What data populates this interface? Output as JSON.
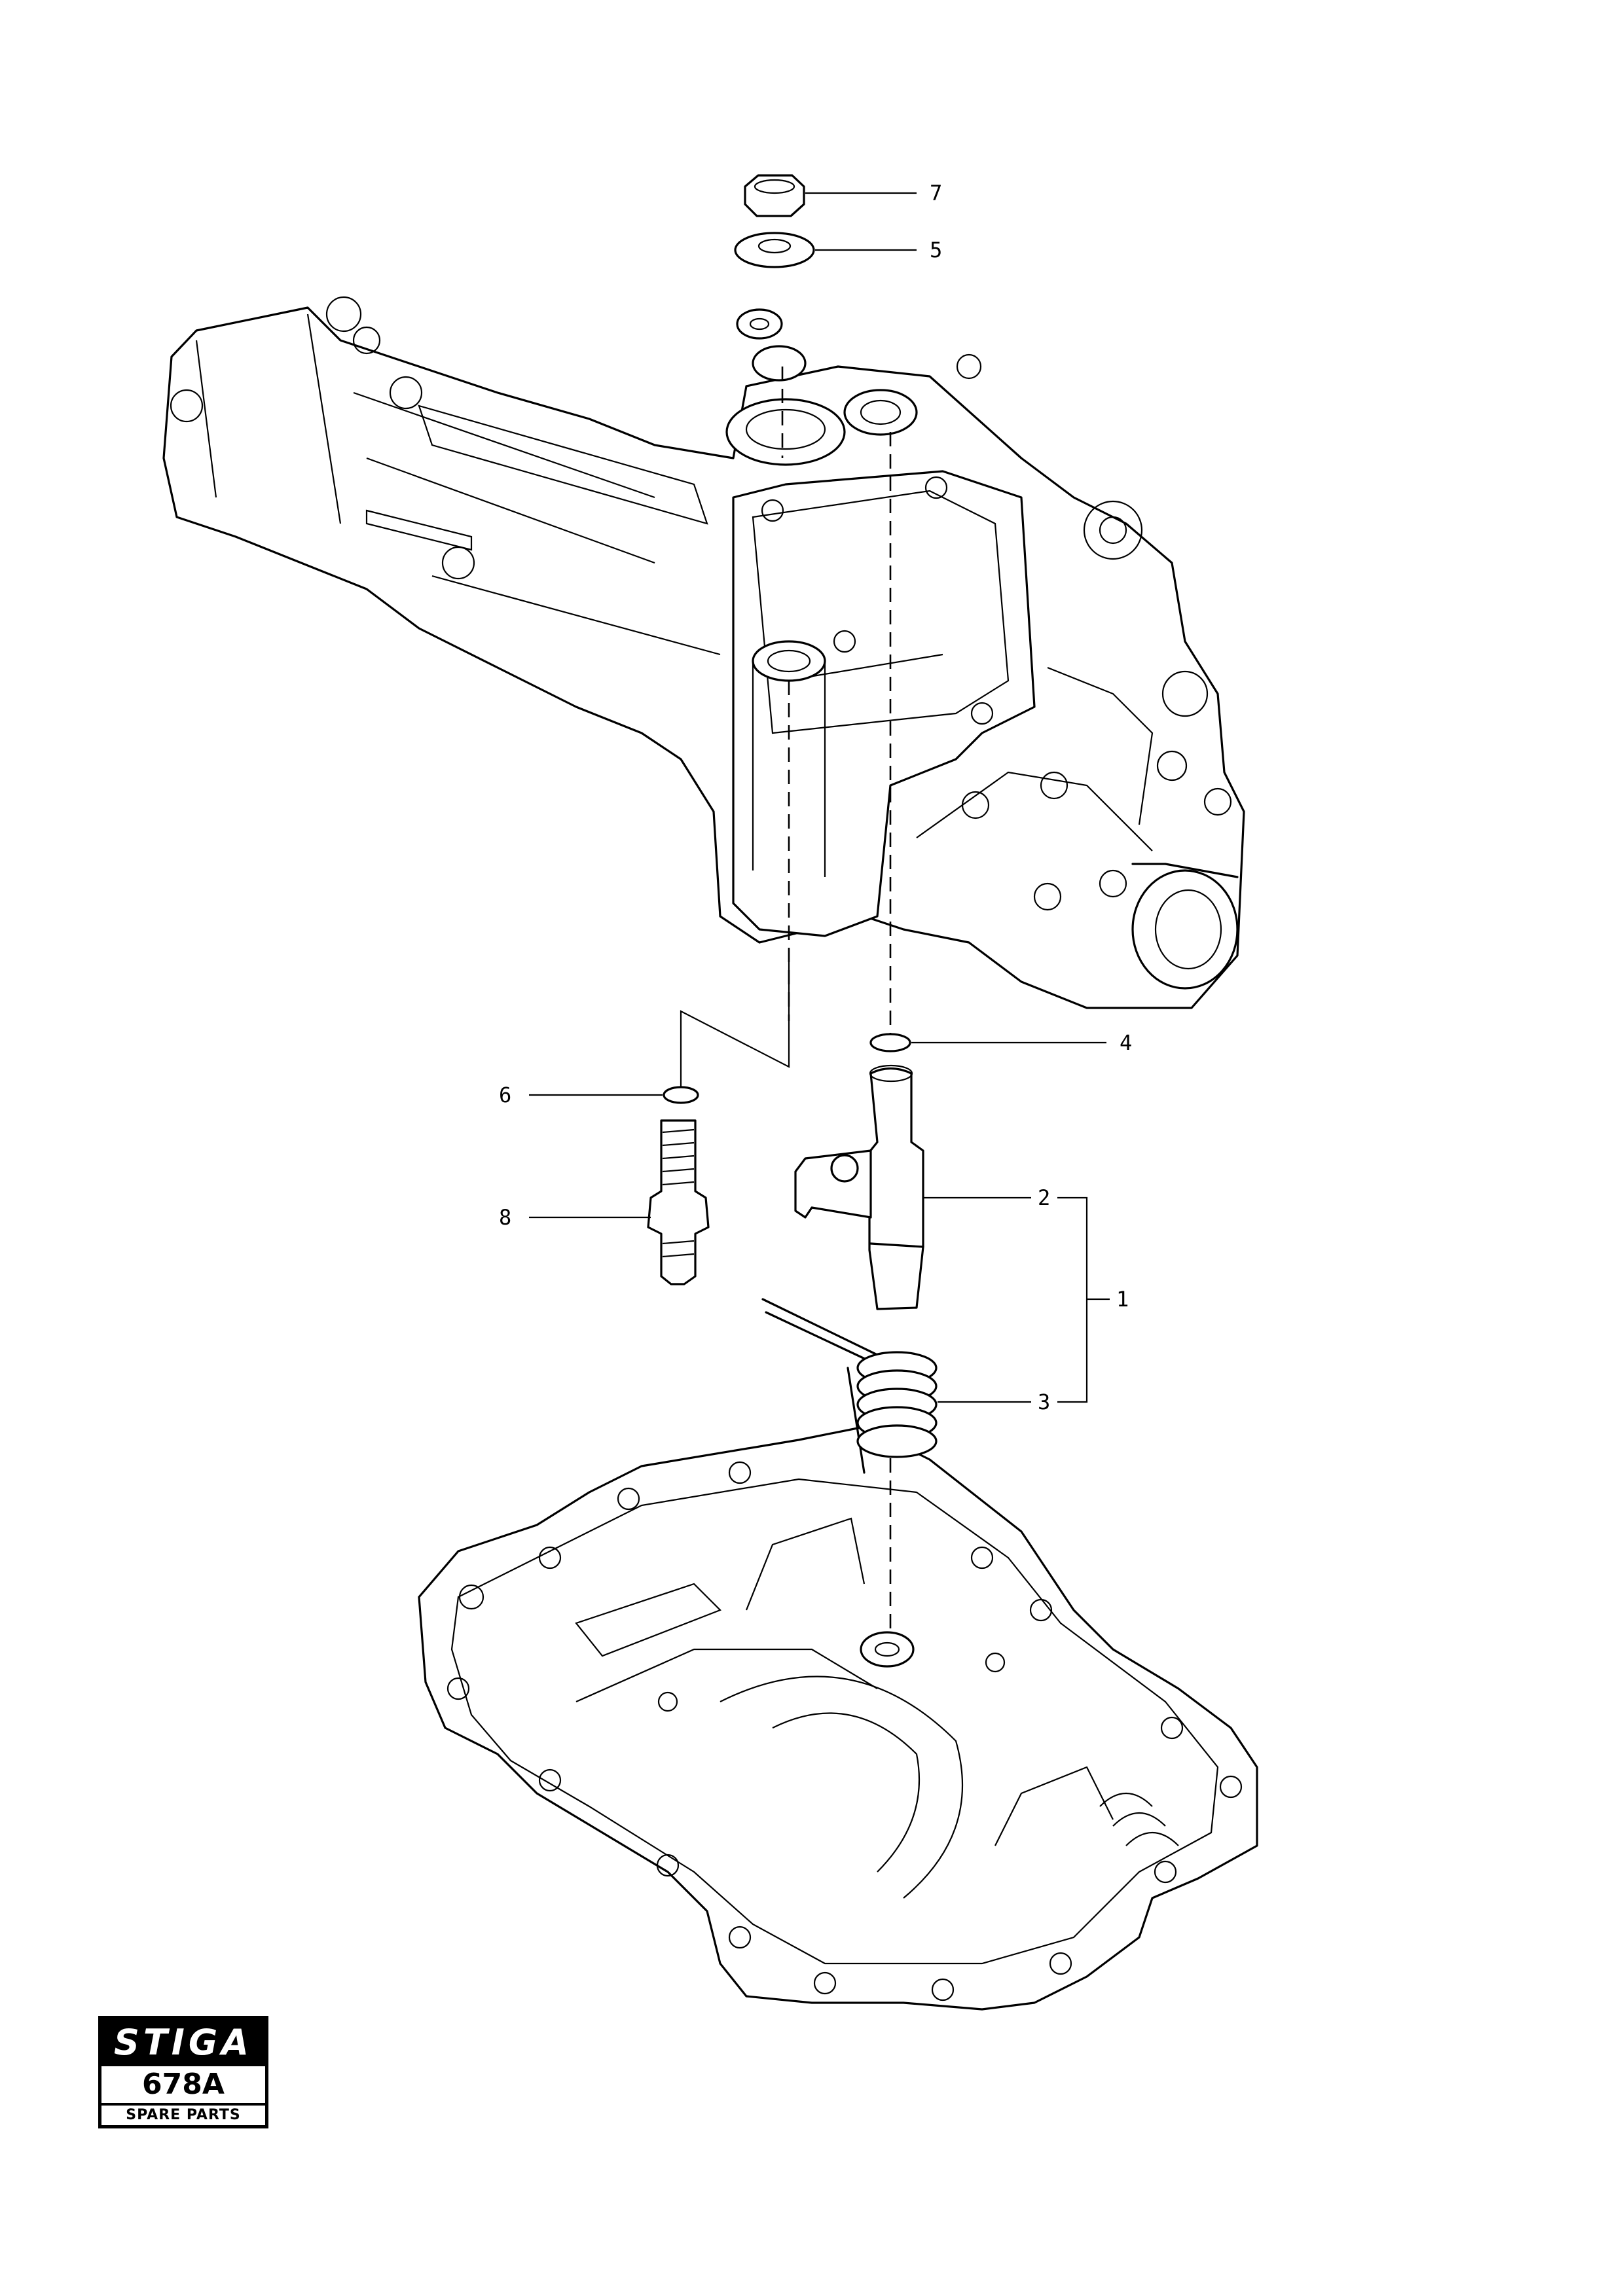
{
  "logo": {
    "brand": "STIGA",
    "model": "678A",
    "caption": "SPARE PARTS"
  },
  "callouts": [
    {
      "id": "7",
      "label": "7"
    },
    {
      "id": "5",
      "label": "5"
    },
    {
      "id": "4",
      "label": "4"
    },
    {
      "id": "6",
      "label": "6"
    },
    {
      "id": "8",
      "label": "8"
    },
    {
      "id": "2",
      "label": "2"
    },
    {
      "id": "1",
      "label": "1"
    },
    {
      "id": "3",
      "label": "3"
    }
  ]
}
